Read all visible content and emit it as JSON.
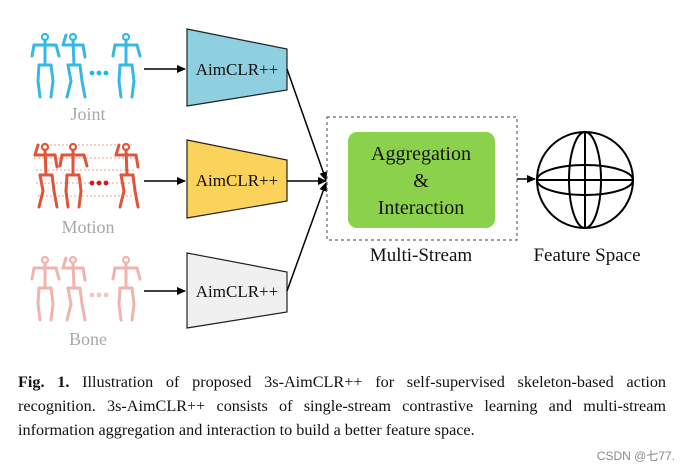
{
  "streams": [
    {
      "label": "Joint",
      "encoder_label": "AimCLR++",
      "color": "#35b8e6",
      "encoder_fill": "#8ecfe0",
      "dots_color": "#1fb6f0"
    },
    {
      "label": "Motion",
      "encoder_label": "AimCLR++",
      "color": "#e05438",
      "encoder_fill": "#fbd25a",
      "dots_color": "#d7191c"
    },
    {
      "label": "Bone",
      "encoder_label": "AimCLR++",
      "color": "#f0b3ae",
      "encoder_fill": "#f0f0f0",
      "dots_color": "#f3c6c2"
    }
  ],
  "aggregation": {
    "line1": "Aggregation",
    "line2": "&",
    "line3": "Interaction",
    "fill": "#8cd14b"
  },
  "multi_stream_label": "Multi-Stream",
  "feature_space_label": "Feature Space",
  "caption": {
    "prefix": "Fig. 1.",
    "text": " Illustration of proposed 3s-AimCLR++ for self-supervised skeleton-based action recognition. 3s-AimCLR++ consists of single-stream contrastive learning and multi-stream information aggregation and interaction to build a better feature space."
  },
  "watermark": "CSDN @七77."
}
